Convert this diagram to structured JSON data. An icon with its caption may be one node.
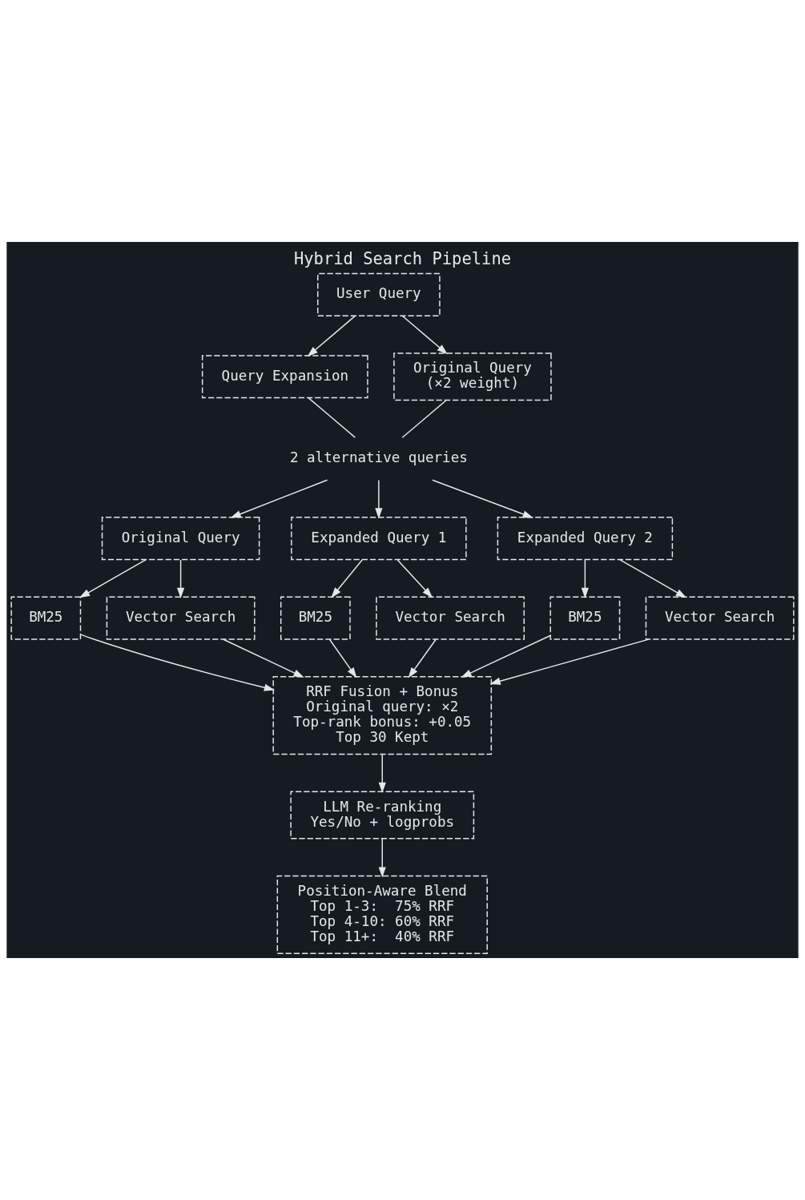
{
  "diagram": {
    "title": "Hybrid Search Pipeline",
    "nodes": [
      {
        "text": [
          "User Query"
        ]
      },
      {
        "text": [
          "Query Expansion"
        ]
      },
      {
        "text": [
          "Original Query",
          "(×2 weight)"
        ]
      },
      {
        "text": [
          "2 alternative queries"
        ]
      },
      {
        "text": [
          "Original Query"
        ]
      },
      {
        "text": [
          "Expanded Query 1"
        ]
      },
      {
        "text": [
          "Expanded Query 2"
        ]
      },
      {
        "text": [
          "BM25"
        ]
      },
      {
        "text": [
          "Vector Search"
        ]
      },
      {
        "text": [
          "BM25"
        ]
      },
      {
        "text": [
          "Vector Search"
        ]
      },
      {
        "text": [
          "BM25"
        ]
      },
      {
        "text": [
          "Vector Search"
        ]
      },
      {
        "text": [
          "RRF Fusion + Bonus",
          "Original query: ×2",
          "Top-rank bonus: +0.05",
          "Top 30 Kept"
        ]
      },
      {
        "text": [
          "LLM Re-ranking",
          "Yes/No + logprobs"
        ]
      },
      {
        "text": [
          "Position-Aware Blend",
          "Top 1-3:  75% RRF",
          "Top 4-10: 60% RRF",
          "Top 11+:  40% RRF"
        ]
      }
    ],
    "edges": [
      {
        "from": 0,
        "to": 1,
        "arrow": "to"
      },
      {
        "from": 0,
        "to": 2,
        "arrow": "to"
      },
      {
        "from": 1,
        "to": 3,
        "arrow": "none"
      },
      {
        "from": 2,
        "to": 3,
        "arrow": "none"
      },
      {
        "from": 3,
        "to": 4,
        "arrow": "to"
      },
      {
        "from": 3,
        "to": 5,
        "arrow": "to"
      },
      {
        "from": 3,
        "to": 6,
        "arrow": "to"
      },
      {
        "from": 4,
        "to": 7,
        "arrow": "to"
      },
      {
        "from": 4,
        "to": 8,
        "arrow": "to"
      },
      {
        "from": 5,
        "to": 9,
        "arrow": "to"
      },
      {
        "from": 5,
        "to": 10,
        "arrow": "to"
      },
      {
        "from": 6,
        "to": 11,
        "arrow": "to"
      },
      {
        "from": 6,
        "to": 12,
        "arrow": "to"
      },
      {
        "from": 7,
        "to": 13,
        "arrow": "to"
      },
      {
        "from": 8,
        "to": 13,
        "arrow": "to"
      },
      {
        "from": 9,
        "to": 13,
        "arrow": "to"
      },
      {
        "from": 10,
        "to": 13,
        "arrow": "to"
      },
      {
        "from": 11,
        "to": 13,
        "arrow": "to"
      },
      {
        "from": 12,
        "to": 13,
        "arrow": "to"
      },
      {
        "from": 13,
        "to": 14,
        "arrow": "to"
      },
      {
        "from": 14,
        "to": 15,
        "arrow": "to"
      }
    ]
  }
}
